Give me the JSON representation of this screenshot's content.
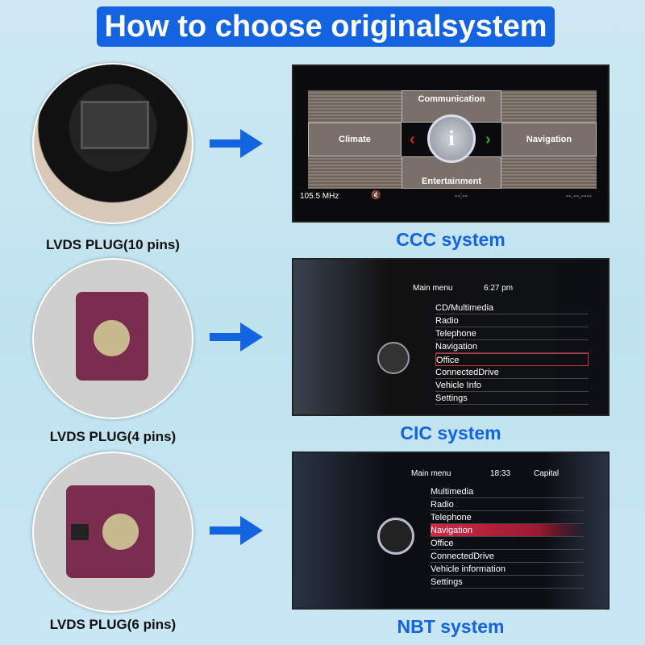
{
  "title": "How to choose originalsystem",
  "rows": [
    {
      "plug_label": "LVDS PLUG(10 pins)",
      "system_label": "CCC system"
    },
    {
      "plug_label": "LVDS PLUG(4 pins)",
      "system_label": "CIC system"
    },
    {
      "plug_label": "LVDS PLUG(6 pins)",
      "system_label": "NBT system"
    }
  ],
  "ccc": {
    "top": "Communication",
    "left": "Climate",
    "right": "Navigation",
    "bottom": "Entertainment",
    "freq": "105.5 MHz",
    "time": "--:--",
    "date": "--.--.----"
  },
  "cic": {
    "header": "Main menu",
    "time": "6:27 pm",
    "items": [
      "CD/Multimedia",
      "Radio",
      "Telephone",
      "Navigation",
      "Office",
      "ConnectedDrive",
      "Vehicle Info",
      "Settings"
    ],
    "selected": "Office"
  },
  "nbt": {
    "header": "Main menu",
    "time": "18:33",
    "station": "Capital",
    "items": [
      "Multimedia",
      "Radio",
      "Telephone",
      "Navigation",
      "Office",
      "ConnectedDrive",
      "Vehicle information",
      "Settings"
    ],
    "selected": "Navigation"
  }
}
